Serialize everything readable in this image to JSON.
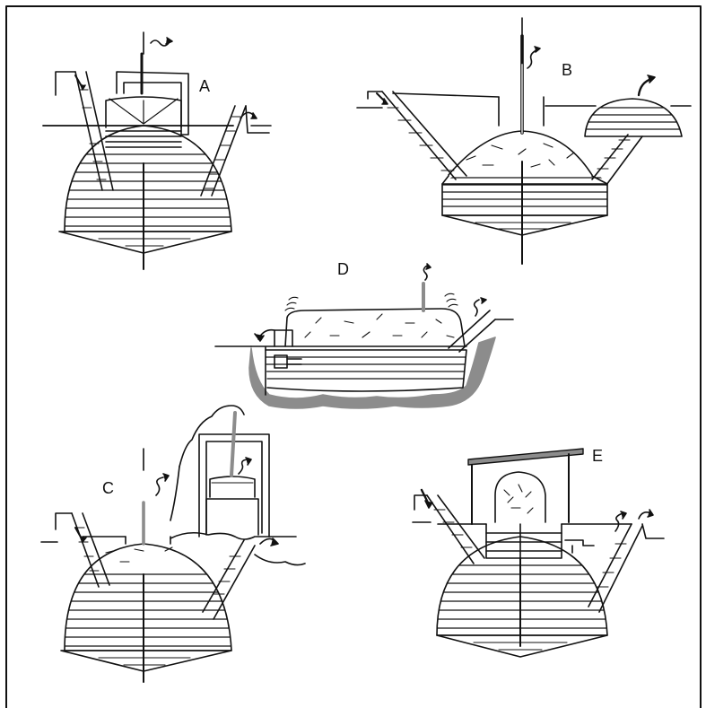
{
  "labels": {
    "a": "A",
    "b": "B",
    "c": "C",
    "d": "D",
    "e": "E"
  },
  "colors": {
    "ink": "#111111",
    "gray_fill": "#8c8c8c",
    "pipe_gray": "#a8a8a8",
    "background": "#ffffff"
  }
}
